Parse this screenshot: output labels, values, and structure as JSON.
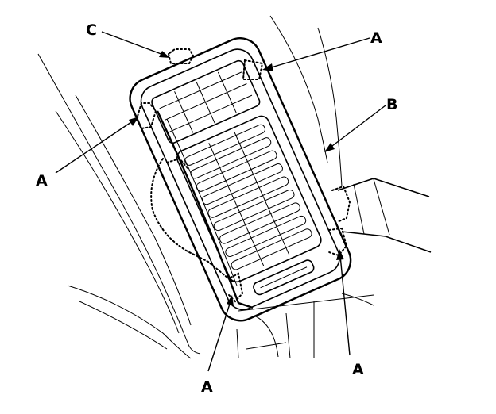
{
  "callouts": [
    {
      "id": "C-top",
      "text": "C"
    },
    {
      "id": "A-top-right",
      "text": "A"
    },
    {
      "id": "B",
      "text": "B"
    },
    {
      "id": "A-left",
      "text": "A"
    },
    {
      "id": "A-bottom-left",
      "text": "A"
    },
    {
      "id": "A-bottom-right",
      "text": "A"
    }
  ]
}
